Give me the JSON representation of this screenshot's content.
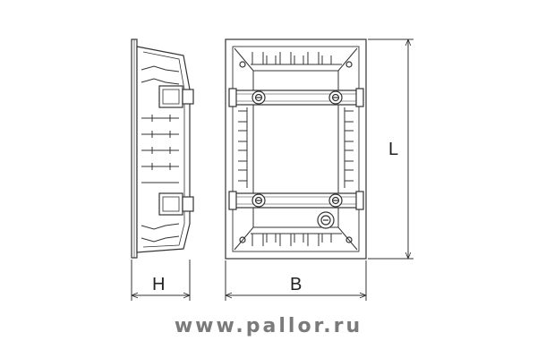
{
  "drawing": {
    "dimension_labels": {
      "height": "H",
      "width": "B",
      "length": "L"
    }
  },
  "footer": {
    "website": "www.pallor.ru"
  }
}
